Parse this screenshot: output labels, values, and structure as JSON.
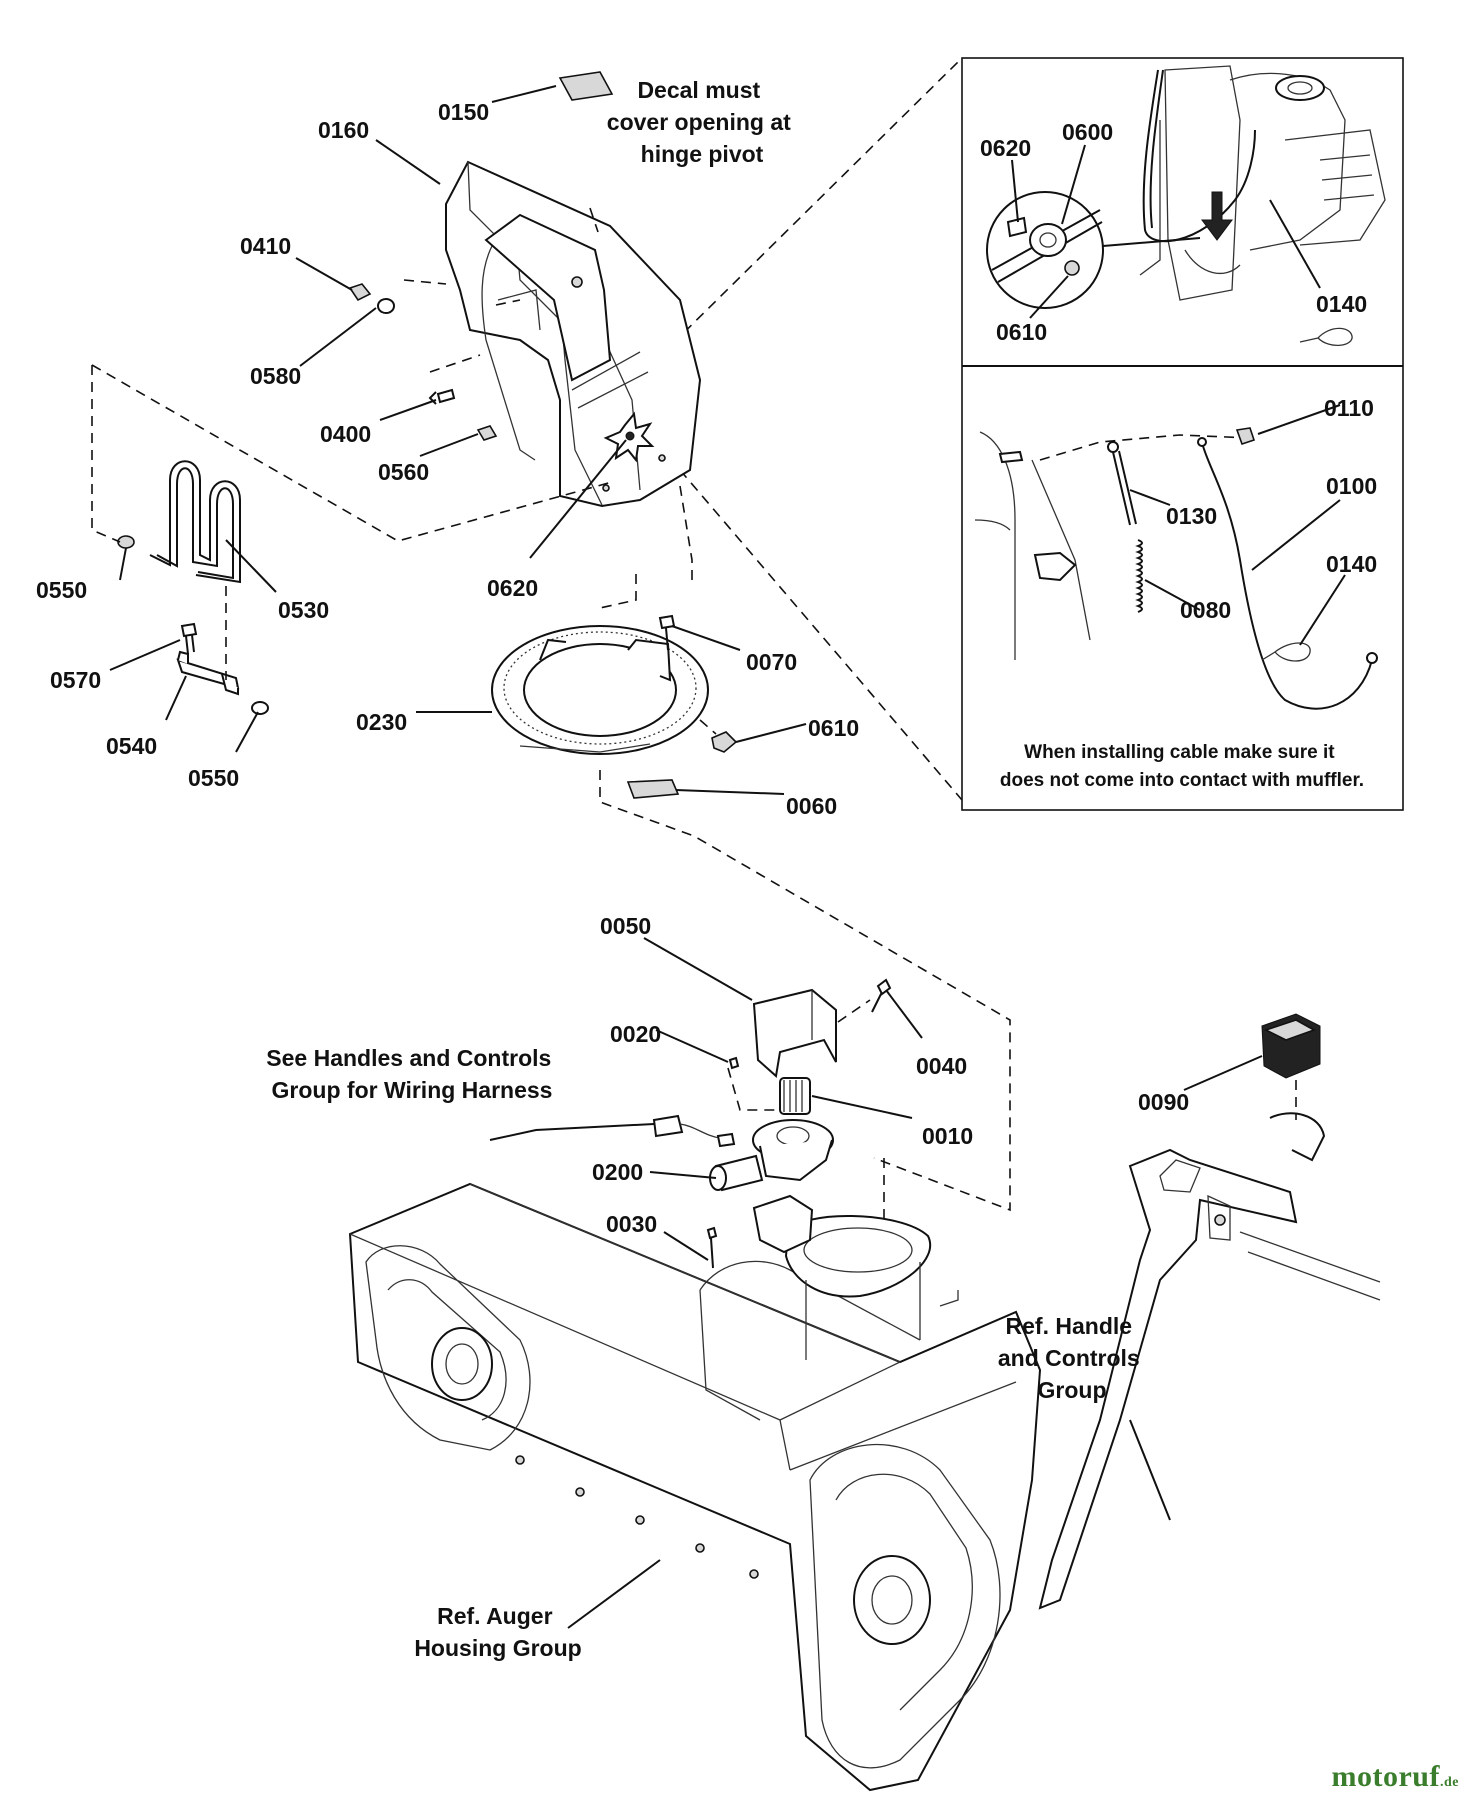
{
  "part_numbers": {
    "p0150": "0150",
    "p0160": "0160",
    "p0410": "0410",
    "p0580": "0580",
    "p0400": "0400",
    "p0560": "0560",
    "p0620a": "0620",
    "p0550a": "0550",
    "p0530": "0530",
    "p0570": "0570",
    "p0540": "0540",
    "p0550b": "0550",
    "p0230": "0230",
    "p0070": "0070",
    "p0610a": "0610",
    "p0060": "0060",
    "p0050": "0050",
    "p0020": "0020",
    "p0040": "0040",
    "p0010": "0010",
    "p0200": "0200",
    "p0030": "0030",
    "p0090": "0090",
    "p0620b": "0620",
    "p0600": "0600",
    "p0610b": "0610",
    "p0140a": "0140",
    "p0110": "0110",
    "p0130": "0130",
    "p0100": "0100",
    "p0080": "0080",
    "p0140b": "0140"
  },
  "notes": {
    "decal": [
      "Decal must",
      "cover opening at",
      "hinge pivot"
    ],
    "wiring": [
      "See Handles and Controls",
      "Group for Wiring Harness"
    ],
    "handle_ref": [
      "Ref. Handle",
      "and Controls",
      "Group"
    ],
    "auger_ref": [
      "Ref. Auger",
      "Housing Group"
    ],
    "cable_caption": [
      "When installing cable make sure it",
      "does not come into contact with muffler."
    ]
  },
  "brand": {
    "name": "motoruf",
    "tld": ".de"
  },
  "colors": {
    "ink": "#111111",
    "brand": "#3a7d2c"
  }
}
